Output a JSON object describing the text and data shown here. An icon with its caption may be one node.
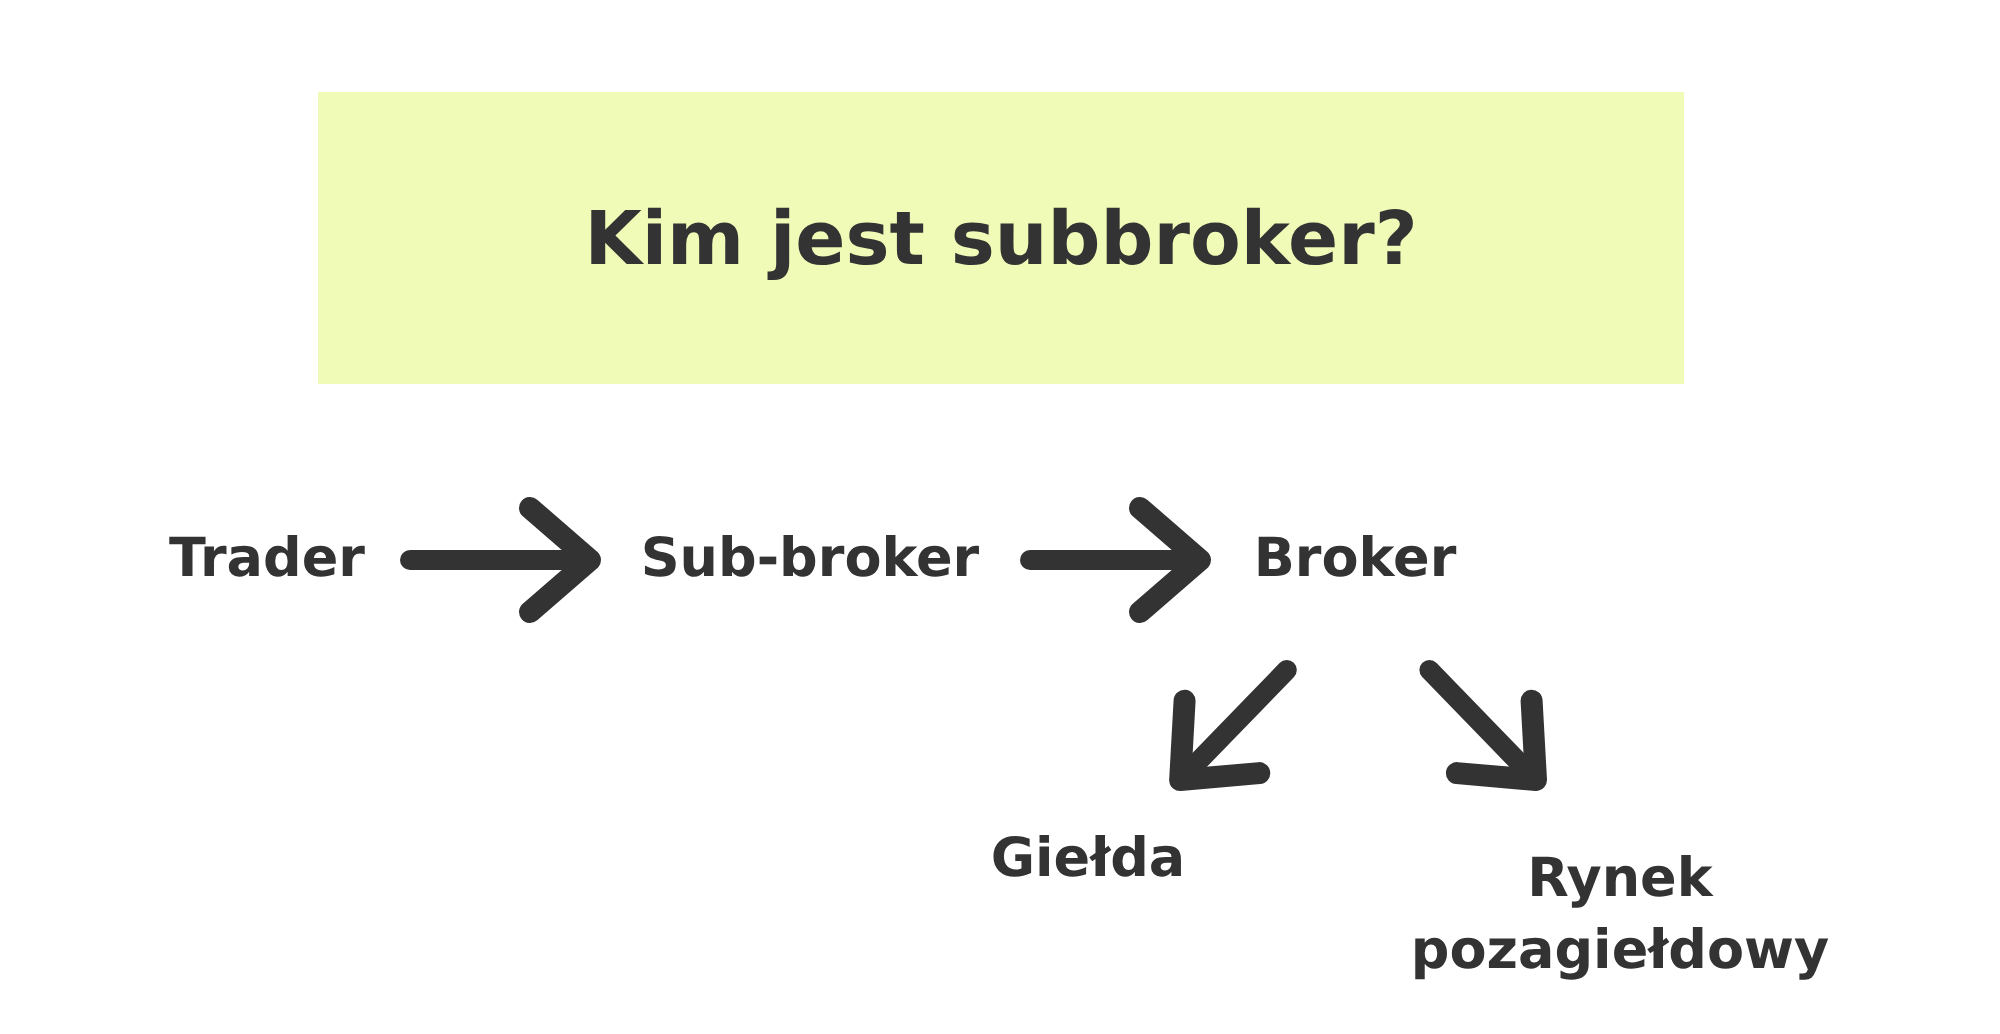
{
  "diagram": {
    "title": "Kim jest subbroker?",
    "nodes": [
      {
        "text": [
          "Trader"
        ]
      },
      {
        "text": [
          "Sub-broker"
        ]
      },
      {
        "text": [
          "Broker"
        ]
      },
      {
        "text": [
          "Giełda"
        ]
      },
      {
        "text": [
          "Rynek pozagiełdowy"
        ]
      }
    ],
    "edges": [
      {
        "from": 0,
        "to": 1,
        "arrow": "to"
      },
      {
        "from": 1,
        "to": 2,
        "arrow": "to"
      },
      {
        "from": 2,
        "to": 3,
        "arrow": "to"
      },
      {
        "from": 2,
        "to": 4,
        "arrow": "to"
      }
    ]
  }
}
